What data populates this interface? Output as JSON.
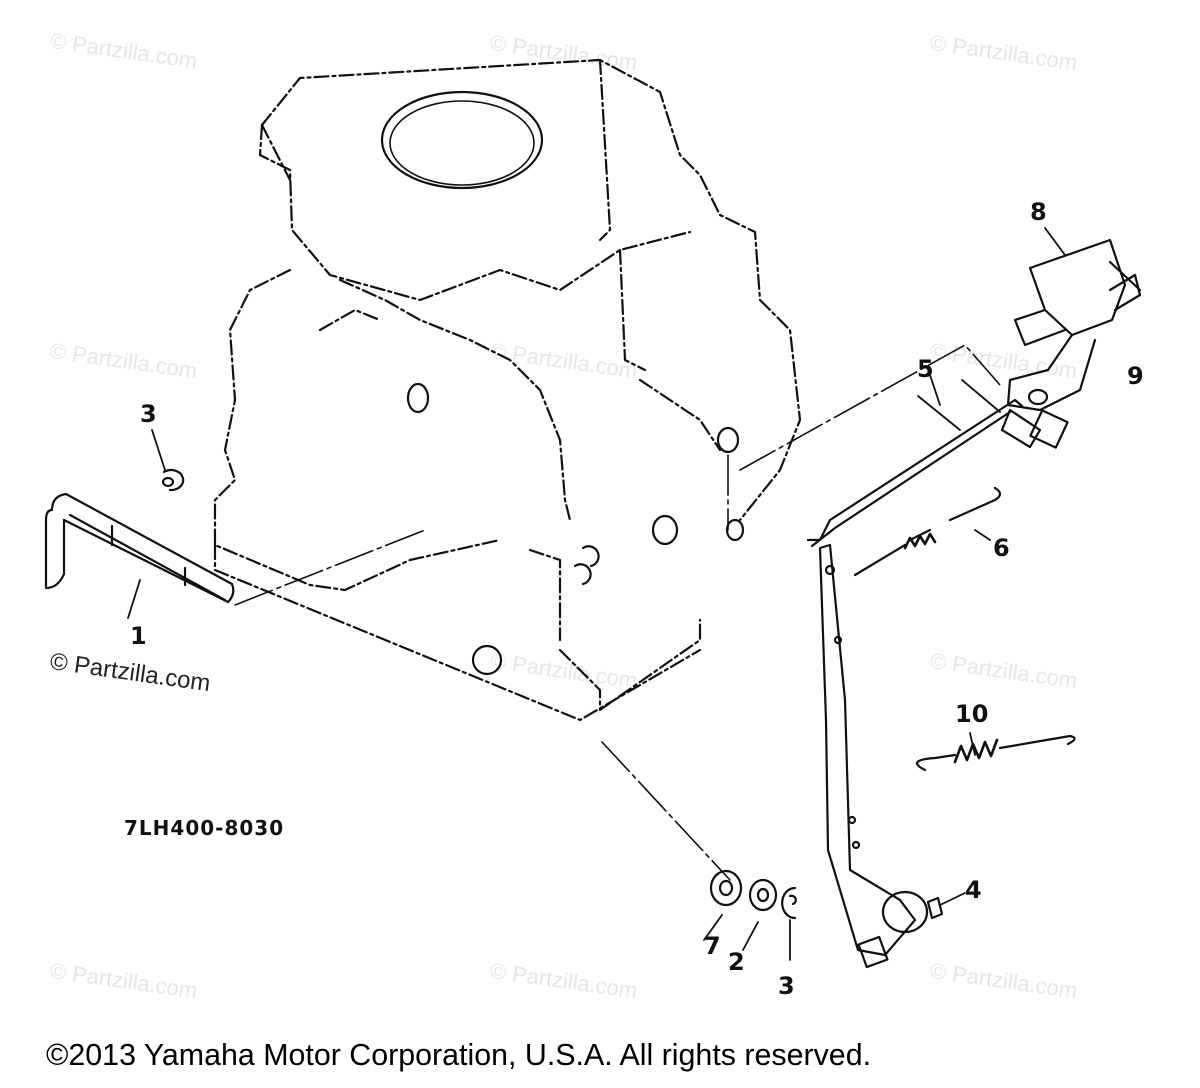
{
  "diagram": {
    "part_code": "7LH400-8030",
    "copyright": "©2013 Yamaha Motor Corporation, U.S.A. All rights reserved.",
    "watermark": "© Partzilla.com",
    "callouts": [
      {
        "id": "1",
        "label": "1"
      },
      {
        "id": "2",
        "label": "2"
      },
      {
        "id": "3a",
        "label": "3"
      },
      {
        "id": "3b",
        "label": "3"
      },
      {
        "id": "4",
        "label": "4"
      },
      {
        "id": "5",
        "label": "5"
      },
      {
        "id": "6",
        "label": "6"
      },
      {
        "id": "7",
        "label": "7"
      },
      {
        "id": "8",
        "label": "8"
      },
      {
        "id": "9",
        "label": "9"
      },
      {
        "id": "10",
        "label": "10"
      }
    ],
    "line_color": "#111111",
    "watermark_color": "#e3e8e4"
  }
}
